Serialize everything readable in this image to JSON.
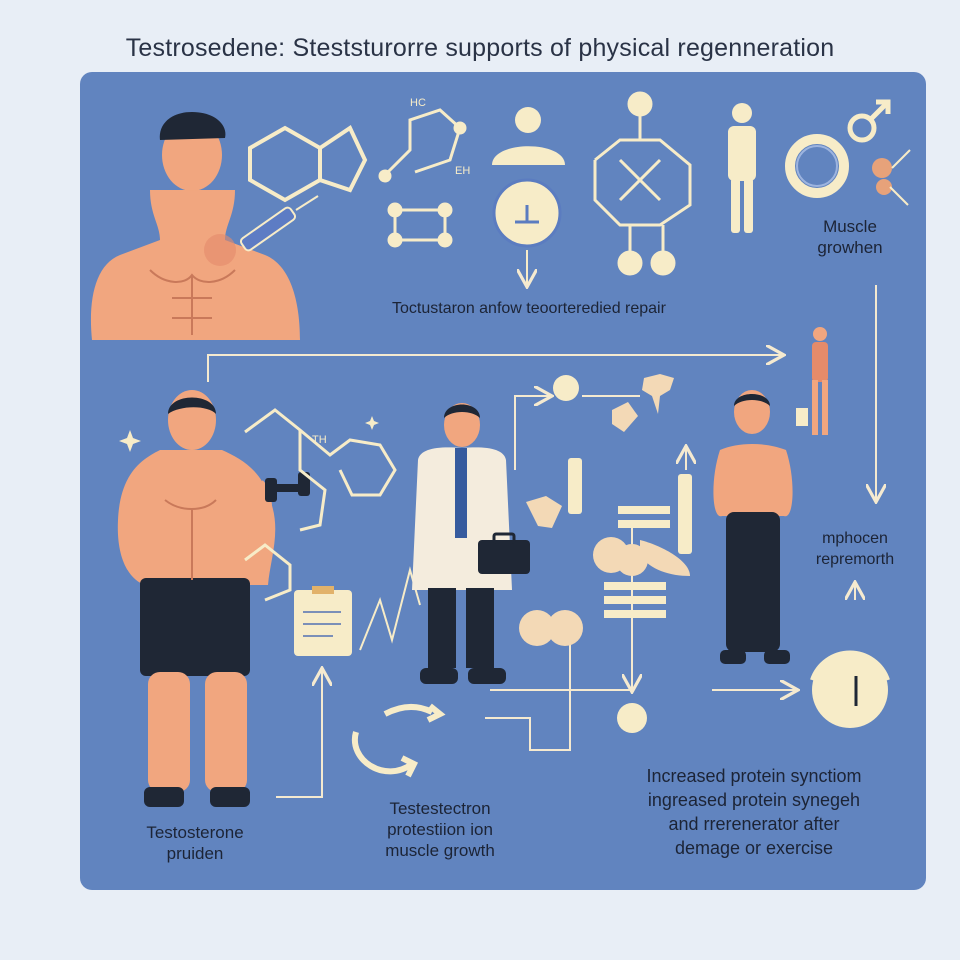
{
  "title": "Testrosedene: Steststurorre supports of physical regenneration",
  "chem_labels": {
    "hc": "HC",
    "eh": "EH",
    "th": "TH"
  },
  "labels": {
    "muscle_growth": [
      "Muscle",
      "growhen"
    ],
    "repair": "Toctustaron anfow teoorteredied repair",
    "mphocen": [
      "mphocen",
      "repremorth"
    ],
    "testosterone_pruden": [
      "Testosterone",
      "pruiden"
    ],
    "protection": [
      "Testestectron",
      "protestiion ion",
      "muscle  growth"
    ],
    "protein": [
      "Increased protein synctiom",
      "ingreased protein synegeh",
      "and rrerenerator   after",
      "demage or exercise"
    ]
  },
  "colors": {
    "panel": "#6184bf",
    "background": "#e8eef6",
    "cream": "#f7ecc8",
    "skin": "#f1a67f",
    "navy": "#1f2735",
    "text": "#1c2436"
  },
  "icons": [
    "hexagon-molecule-icon",
    "syringe-icon",
    "person-icon",
    "male-symbol-icon",
    "gear-icon",
    "clipboard-icon",
    "dumbbell-icon",
    "briefcase-icon",
    "clock-gauge-icon",
    "sparkle-icon"
  ]
}
